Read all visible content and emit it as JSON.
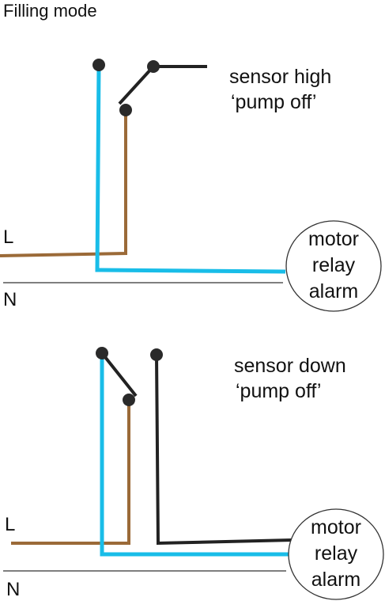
{
  "title": "Filling mode",
  "colors": {
    "live_wire": "#9b6a38",
    "switched_wire": "#19bde8",
    "neutral_line": "#333333",
    "pump_wire": "#222222",
    "contact_dot": "#2a2a2a"
  },
  "panels": [
    {
      "caption_line1": "sensor high",
      "caption_line2": "‘pump off’",
      "live_label": "L",
      "neutral_label": "N",
      "load": {
        "line1": "motor",
        "line2": "relay",
        "line3": "alarm"
      }
    },
    {
      "caption_line1": "sensor down",
      "caption_line2": "‘pump off’",
      "live_label": "L",
      "neutral_label": "N",
      "load": {
        "line1": "motor",
        "line2": "relay",
        "line3": "alarm"
      }
    }
  ]
}
